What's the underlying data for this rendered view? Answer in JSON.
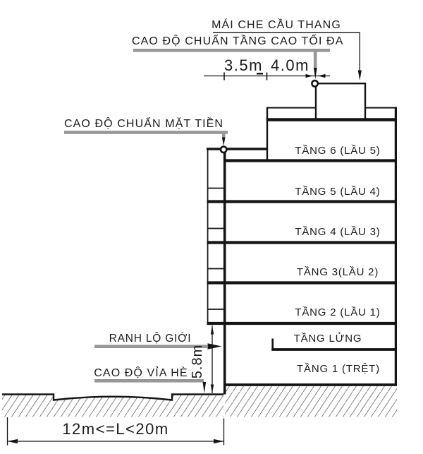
{
  "diagram": {
    "annotations": {
      "roof": "MÁI CHE CẦU THANG",
      "max_height": "CAO ĐỘ CHUẨN TẦNG CAO TỐI ĐA",
      "facade": "CAO ĐỘ CHUẨN MẶT TIỀN",
      "road_boundary": "RANH LỘ GIỚI",
      "sidewalk": "CAO ĐỘ VỈA HÈ"
    },
    "dimensions": {
      "front_setback": "3.5m",
      "tower_setback": "4.0m",
      "ground_mezzanine_height": "5.8m",
      "road_width": "12m<=L<20m"
    },
    "floors": [
      {
        "label": "TẦNG 6 (LẦU 5)"
      },
      {
        "label": "TẦNG 5 (LẦU 4)"
      },
      {
        "label": "TẦNG 4 (LẦU 3)"
      },
      {
        "label": "TẦNG 3(LẦU 2)"
      },
      {
        "label": "TẦNG 2 (LẦU 1)"
      },
      {
        "label": "TẦNG LỬNG"
      },
      {
        "label": "TẦNG 1 (TRỆT)"
      }
    ],
    "colors": {
      "line": "#141414",
      "reference_gray": "#979797",
      "hatch_gray": "#7f7f7f",
      "background": "#ffffff"
    }
  }
}
